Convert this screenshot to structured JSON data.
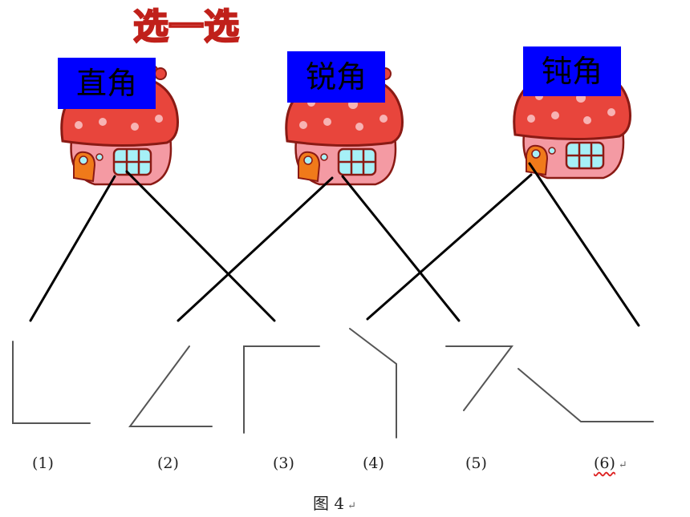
{
  "title": "选一选",
  "houses": [
    {
      "label": "直角"
    },
    {
      "label": "锐角"
    },
    {
      "label": "钝角"
    }
  ],
  "figure_labels": [
    "(1)",
    "(2)",
    "(3)",
    "(4)",
    "(5)",
    "(6)"
  ],
  "return_mark": "↵",
  "caption": "图 4",
  "colors": {
    "label_bg": "#0000ff",
    "roof": "#e8453c",
    "wall": "#f49aa3",
    "window": "#a6f0f7",
    "door": "#f07a1a",
    "title_fill": "#f4b8c0",
    "title_stroke": "#c0201a"
  }
}
